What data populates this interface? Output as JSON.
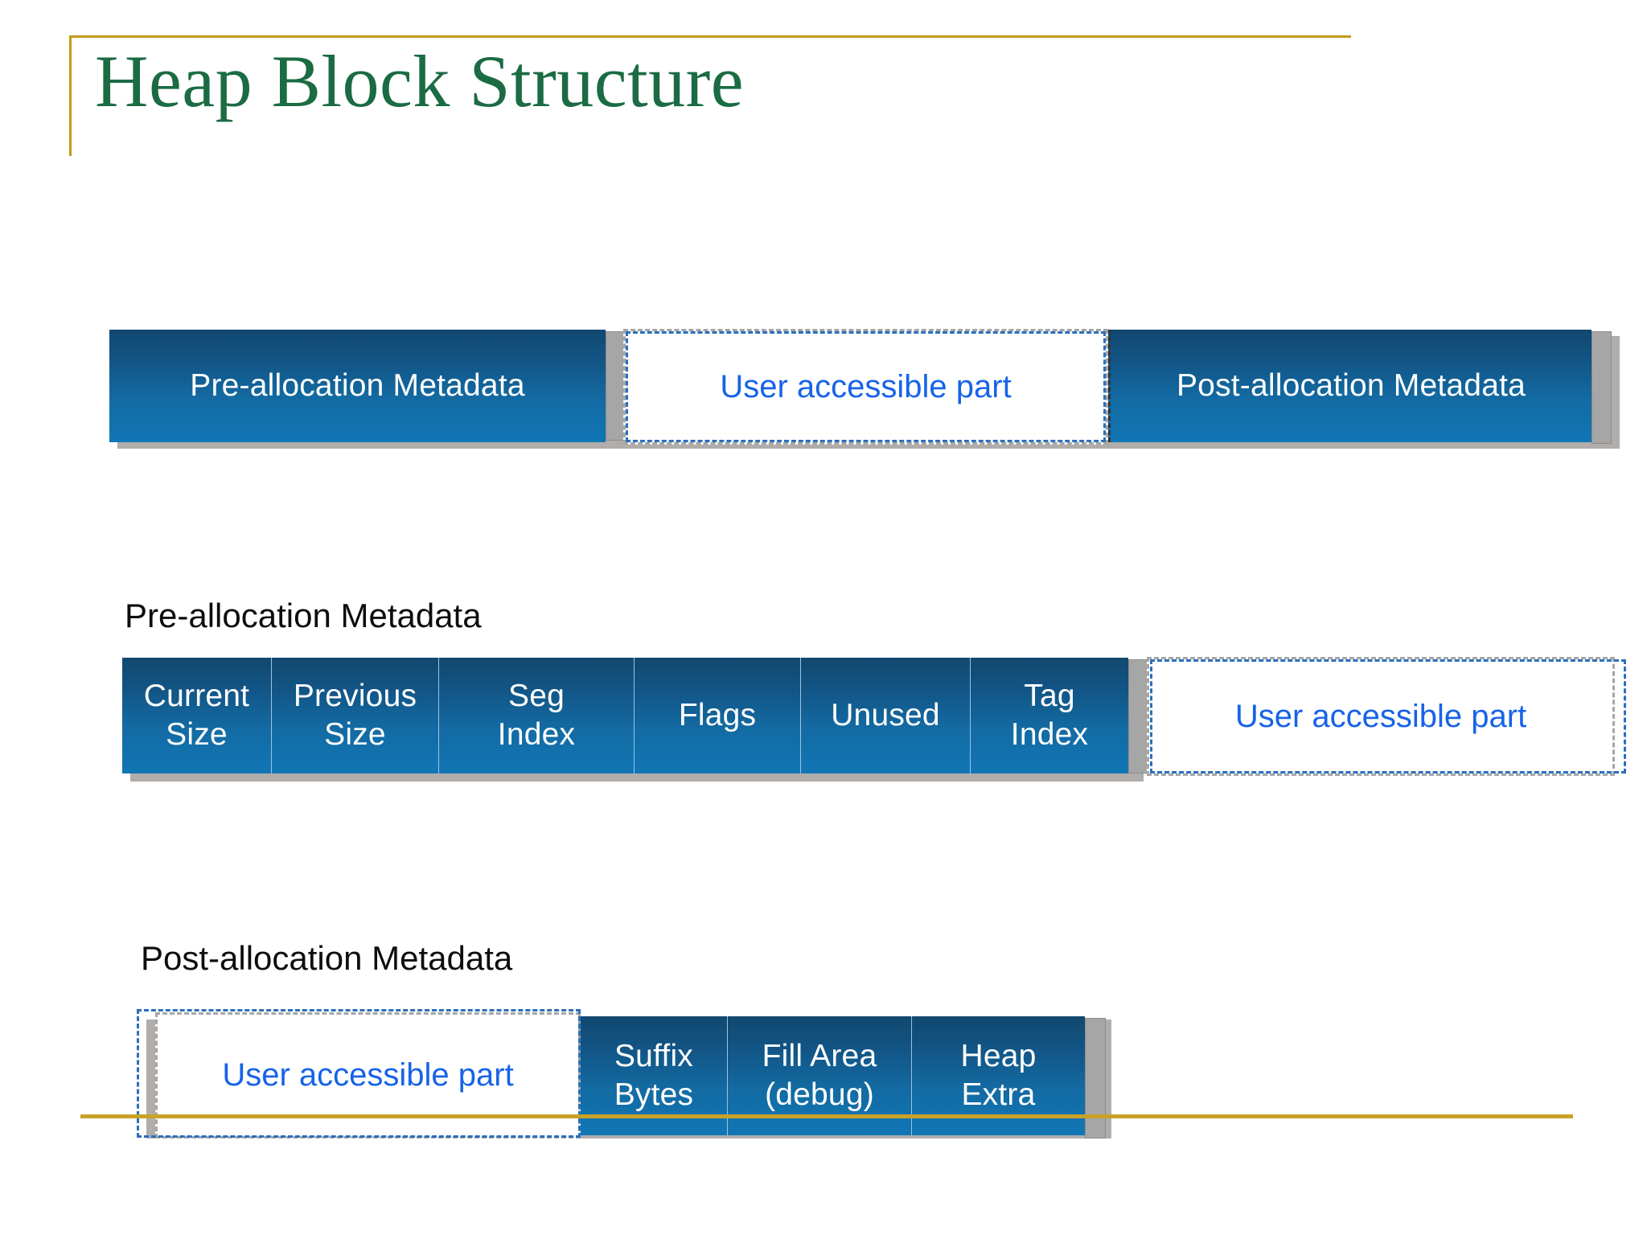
{
  "slide": {
    "title": "Heap Block Structure",
    "accent_gold": "#c49a1a",
    "title_color": "#1b6b43",
    "segment_blue_dark": "#11486f",
    "segment_blue_light": "#1176b5",
    "user_text_color": "#1763e8",
    "separator_gray": "#a6a6a6"
  },
  "diagram_overview": {
    "name": "heap-block-overview",
    "segments": [
      {
        "label": "Pre-allocation Metadata",
        "kind": "metadata"
      },
      {
        "label": "User accessible part",
        "kind": "user"
      },
      {
        "label": "Post-allocation Metadata",
        "kind": "metadata"
      }
    ]
  },
  "diagram_pre": {
    "name": "pre-allocation-metadata-detail",
    "section_label": "Pre-allocation Metadata",
    "fields": [
      {
        "line1": "Current",
        "line2": "Size"
      },
      {
        "line1": "Previous",
        "line2": "Size"
      },
      {
        "line1": "Seg",
        "line2": "Index"
      },
      {
        "line1": "Flags",
        "line2": ""
      },
      {
        "line1": "Unused",
        "line2": ""
      },
      {
        "line1": "Tag",
        "line2": "Index"
      }
    ],
    "user_label": "User accessible part"
  },
  "diagram_post": {
    "name": "post-allocation-metadata-detail",
    "section_label": "Post-allocation Metadata",
    "user_label": "User accessible part",
    "fields": [
      {
        "line1": "Suffix",
        "line2": "Bytes"
      },
      {
        "line1": "Fill Area",
        "line2": "(debug)"
      },
      {
        "line1": "Heap",
        "line2": "Extra"
      }
    ]
  }
}
